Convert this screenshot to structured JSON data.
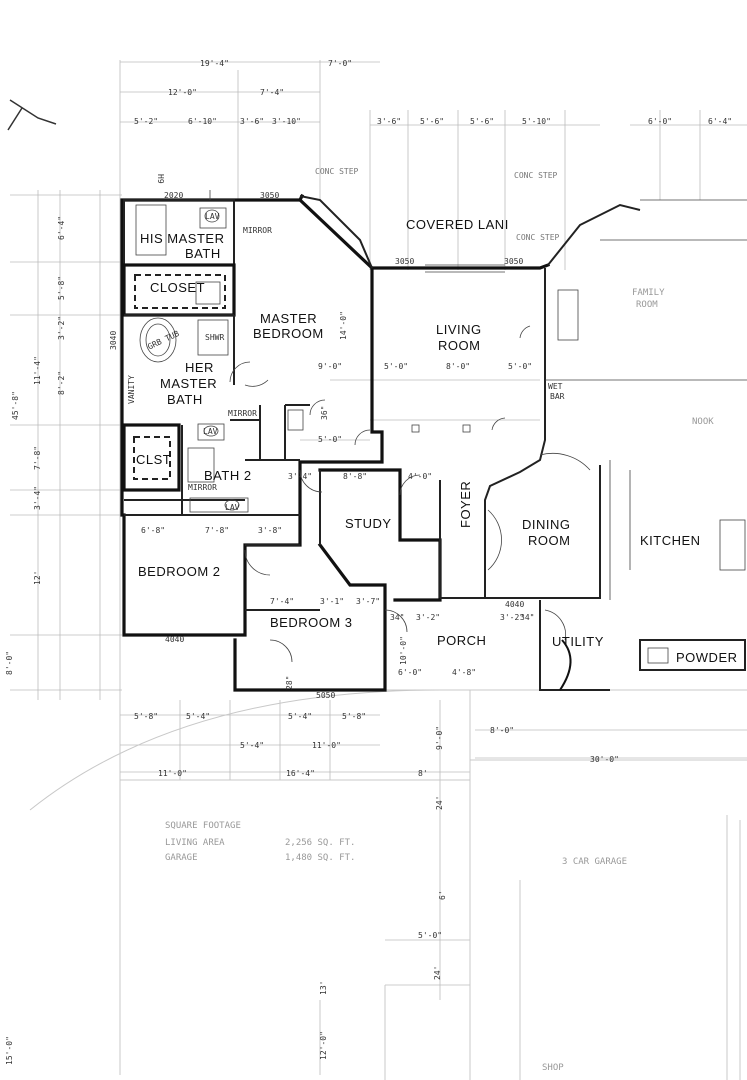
{
  "rooms": {
    "his_master_bath_1": "HIS MASTER",
    "his_master_bath_2": "BATH",
    "closet": "CLOSET",
    "master_bedroom_1": "MASTER",
    "master_bedroom_2": "BEDROOM",
    "her_master_bath_1": "HER",
    "her_master_bath_2": "MASTER",
    "her_master_bath_3": "BATH",
    "clst": "CLST",
    "bath_2": "BATH 2",
    "bedroom_2": "BEDROOM 2",
    "bedroom_3": "BEDROOM 3",
    "study": "STUDY",
    "foyer": "FOYER",
    "living_room_1": "LIVING",
    "living_room_2": "ROOM",
    "covered_lanai": "COVERED LANI",
    "dining_room_1": "DINING",
    "dining_room_2": "ROOM",
    "kitchen": "KITCHEN",
    "family_room_1": "FAMILY",
    "family_room_2": "ROOM",
    "nook": "NOOK",
    "wet_bar_1": "WET",
    "wet_bar_2": "BAR",
    "porch": "PORCH",
    "utility": "UTILITY",
    "powder": "POWDER",
    "garage": "3 CAR GARAGE",
    "shop": "SHOP"
  },
  "fixtures": {
    "lav": "LAV",
    "mirror": "MIRROR",
    "shwr": "SHWR",
    "grb_tub": "GRB TUB",
    "vanity": "VANITY",
    "conc_step": "CONC STEP"
  },
  "square_footage": {
    "heading": "SQUARE FOOTAGE",
    "living_label": "LIVING AREA",
    "living_value": "2,256 SQ. FT.",
    "garage_label": "GARAGE",
    "garage_value": "1,480 SQ. FT."
  },
  "dimensions": {
    "top_19_4": "19'-4\"",
    "top_7_0": "7'-0\"",
    "top_12_0": "12'-0\"",
    "top_7_4": "7'-4\"",
    "top_5_2": "5'-2\"",
    "top_6_10": "6'-10\"",
    "top_3_6a": "3'-6\"",
    "top_3_10": "3'-10\"",
    "top_3_6b": "3'-6\"",
    "top_5_6a": "5'-6\"",
    "top_5_6b": "5'-6\"",
    "top_5_10": "5'-10\"",
    "top_6_0": "6'-0\"",
    "top_6_4": "6'-4\"",
    "left_6_4": "6'-4\"",
    "left_5_8": "5'-8\"",
    "left_11_4": "11'-4\"",
    "left_8_2": "8'-2\"",
    "left_3_2": "3'-2\"",
    "left_45_8": "45'-8\"",
    "left_7_8": "7'-8\"",
    "left_3_4": "3'-4\"",
    "left_12": "12'",
    "left_8_0": "8'-0\"",
    "left_15_0": "15'-0\"",
    "mb_14_0": "14'-0\"",
    "mb_9_0": "9'-0\"",
    "lr_5_0": "5'-0\"",
    "lr_8_0": "8'-0\"",
    "lr_5_0b": "5'-0\"",
    "d_36": "36\"",
    "d_5_0": "5'-0\"",
    "d_3_4": "3'-4\"",
    "d_8_8": "8'-8\"",
    "d_4_0": "4'-0\"",
    "d_6_8": "6'-8\"",
    "d_7_8": "7'-8\"",
    "d_3_8": "3'-8\"",
    "d_7_4": "7'-4\"",
    "d_3_1": "3'-1\"",
    "d_3_7": "3'-7\"",
    "d_3_2": "3'-2\"",
    "d_3_2b": "3'-2\"",
    "d_34": "34\"",
    "d_34b": "34\"",
    "d_10_0": "10'-0\"",
    "d_6_0": "6'-0\"",
    "d_4_8": "4'-8\"",
    "d_28": "28\"",
    "b_5_8": "5'-8\"",
    "b_5_4": "5'-4\"",
    "b_5_4b": "5'-4\"",
    "b_5_8b": "5'-8\"",
    "b_5_4c": "5'-4\"",
    "b_11_0": "11'-0\"",
    "b_11_0b": "11'-0\"",
    "b_16_4": "16'-4\"",
    "b_8": "8'",
    "b_9_0": "9'-0\"",
    "b_24": "24'",
    "b_5_0": "5'-0\"",
    "b_8_0": "8'-0\"",
    "b_30_0": "30'-0\"",
    "b_6": "6'",
    "b_24b": "24'",
    "b_13": "13'",
    "b_12_0": "12'-0\""
  },
  "openings": {
    "w2020": "2020",
    "w3050": "3050",
    "w3050b": "3050",
    "w3050c": "3050",
    "w4040": "4040",
    "w4040b": "4040",
    "w5050": "5050",
    "w3040": "3040"
  },
  "corner_marks": {
    "tag": "H9"
  }
}
